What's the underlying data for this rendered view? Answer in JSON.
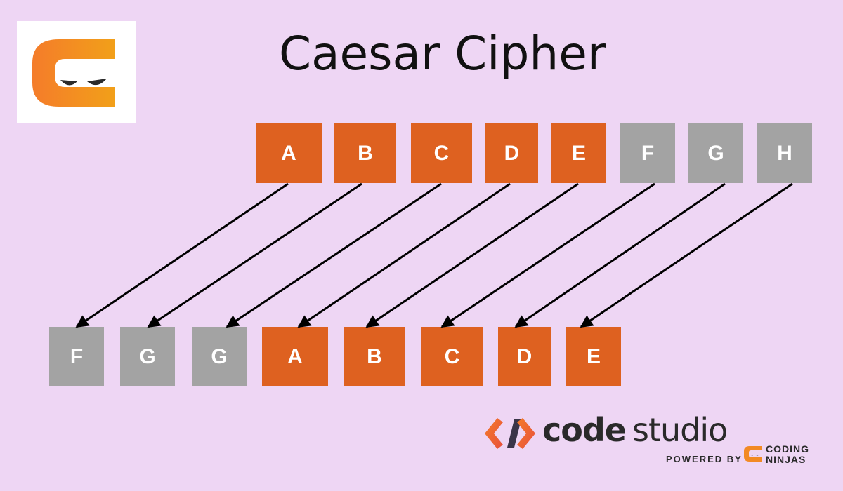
{
  "title": "Caesar Cipher",
  "top_row": [
    {
      "letter": "A",
      "color": "orange"
    },
    {
      "letter": "B",
      "color": "orange"
    },
    {
      "letter": "C",
      "color": "orange"
    },
    {
      "letter": "D",
      "color": "orange"
    },
    {
      "letter": "E",
      "color": "orange"
    },
    {
      "letter": "F",
      "color": "gray"
    },
    {
      "letter": "G",
      "color": "gray"
    },
    {
      "letter": "H",
      "color": "gray"
    }
  ],
  "bottom_row": [
    {
      "letter": "F",
      "color": "gray"
    },
    {
      "letter": "G",
      "color": "gray"
    },
    {
      "letter": "G",
      "color": "gray"
    },
    {
      "letter": "A",
      "color": "orange"
    },
    {
      "letter": "B",
      "color": "orange"
    },
    {
      "letter": "C",
      "color": "orange"
    },
    {
      "letter": "D",
      "color": "orange"
    },
    {
      "letter": "E",
      "color": "orange"
    }
  ],
  "colors": {
    "orange": "#de6120",
    "gray": "#a3a3a3",
    "background": "#eed6f4",
    "arrow": "#000000"
  },
  "icons": {
    "logo": "coding-ninjas-logo-icon",
    "brand": "code-studio-logo-icon"
  },
  "brand": {
    "code": "code",
    "studio": "studio",
    "powered_by": "POWERED BY",
    "coding": "CODING",
    "ninjas": "NINJAS"
  }
}
